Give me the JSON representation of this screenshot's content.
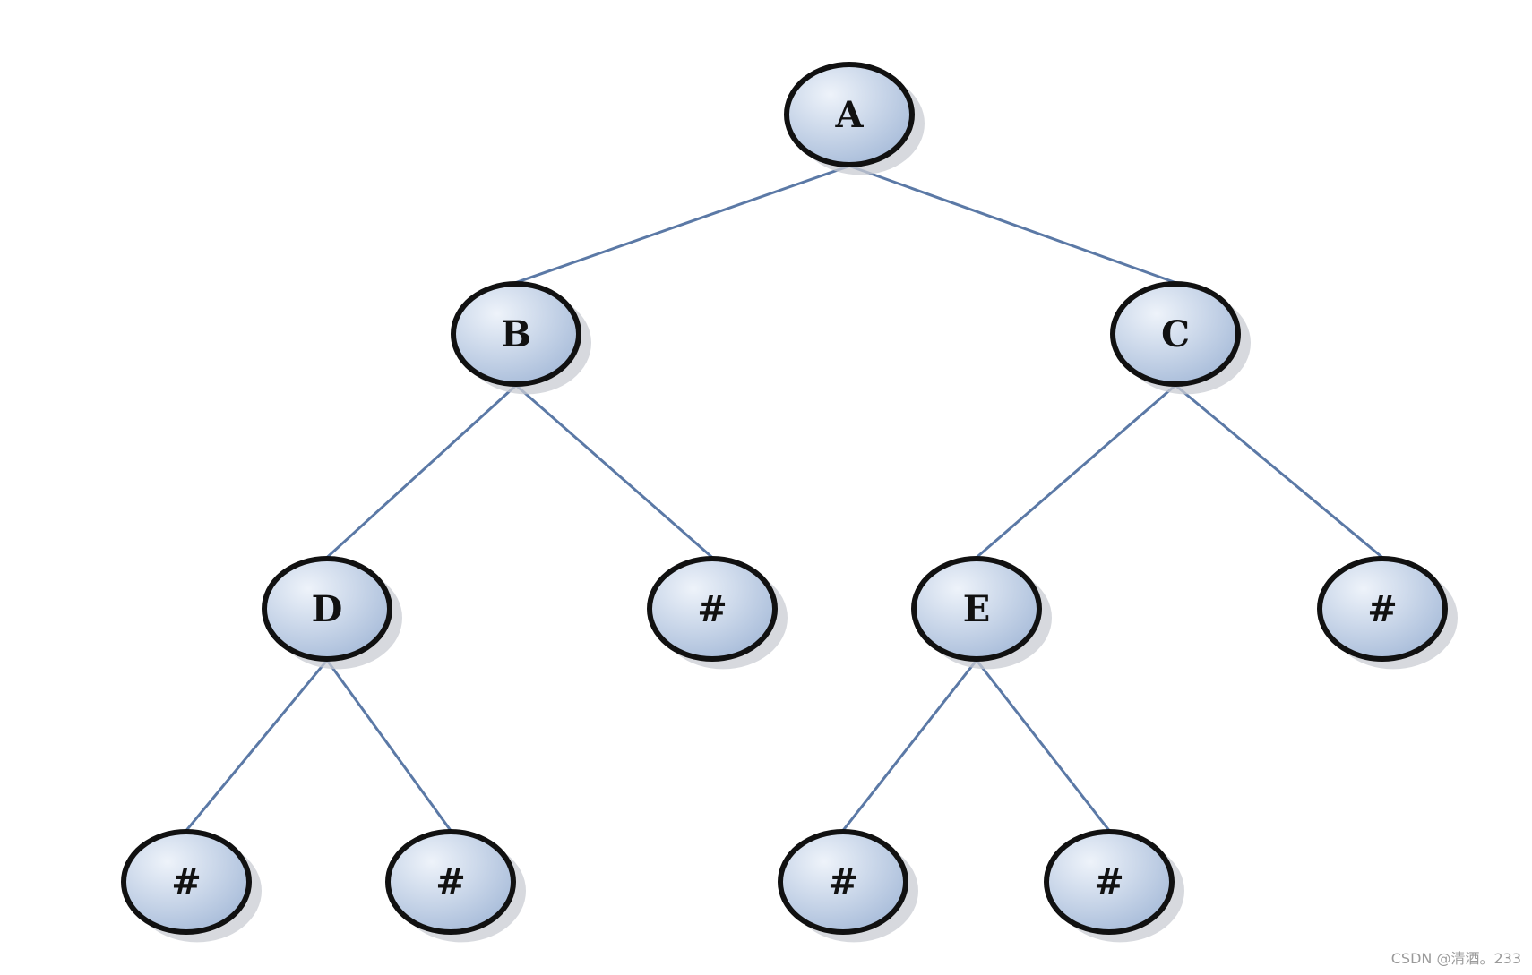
{
  "tree": {
    "nodes": [
      {
        "id": "A",
        "label": "A"
      },
      {
        "id": "B",
        "label": "B"
      },
      {
        "id": "C",
        "label": "C"
      },
      {
        "id": "D",
        "label": "D"
      },
      {
        "id": "B_null",
        "label": "#"
      },
      {
        "id": "E",
        "label": "E"
      },
      {
        "id": "C_null",
        "label": "#"
      },
      {
        "id": "D_null_l",
        "label": "#"
      },
      {
        "id": "D_null_r",
        "label": "#"
      },
      {
        "id": "E_null_l",
        "label": "#"
      },
      {
        "id": "E_null_r",
        "label": "#"
      }
    ],
    "edges": [
      [
        "A",
        "B"
      ],
      [
        "A",
        "C"
      ],
      [
        "B",
        "D"
      ],
      [
        "B",
        "B_null"
      ],
      [
        "C",
        "E"
      ],
      [
        "C",
        "C_null"
      ],
      [
        "D",
        "D_null_l"
      ],
      [
        "D",
        "D_null_r"
      ],
      [
        "E",
        "E_null_l"
      ],
      [
        "E",
        "E_null_r"
      ]
    ],
    "colors": {
      "edge": "#5b79a6",
      "fill_light": "#eef3fa",
      "fill_dark": "#a9bdda",
      "stroke": "#111111"
    }
  },
  "watermark": "CSDN @清酒。233"
}
